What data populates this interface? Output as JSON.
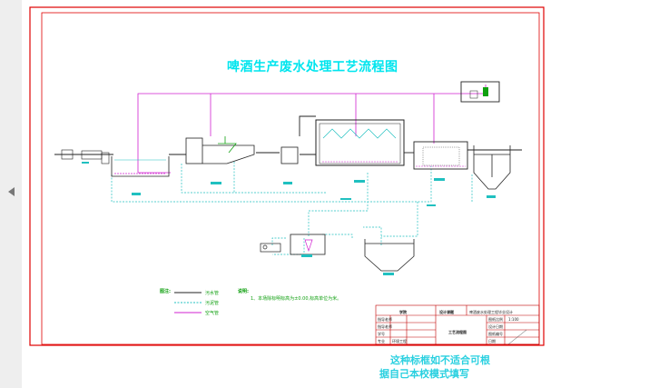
{
  "title": "啤酒生产废水处理工艺流程图",
  "legend": {
    "heading": "图注:",
    "items": [
      {
        "label": "污水管",
        "color": "#222222"
      },
      {
        "label": "污泥管",
        "color": "#20c0c0"
      },
      {
        "label": "空气管",
        "color": "#d020d0"
      }
    ]
  },
  "notes": {
    "heading": "说明:",
    "line1": "1、本场除标明标高为±0.00,标高单位为米。"
  },
  "title_block": {
    "school": "学院",
    "design_label": "设计课题",
    "design_name": "啤酒废水处理工程毕业设计",
    "drawing_name": "工艺流程图",
    "row_labels": [
      "指导老师",
      "指导老师",
      "学号",
      "专业"
    ],
    "right_labels": [
      "图纸比例",
      "设计日期",
      "图纸编号",
      "日期"
    ],
    "scale_value": "1:100",
    "major": "环境工程"
  },
  "caption": {
    "line1": "这种标框如不适合可根",
    "line2": "据自己本校模式填写"
  },
  "colors": {
    "frame": "#e00000",
    "water": "#222222",
    "sludge": "#20c0c0",
    "air": "#d020d0",
    "title": "#00e5ee"
  }
}
